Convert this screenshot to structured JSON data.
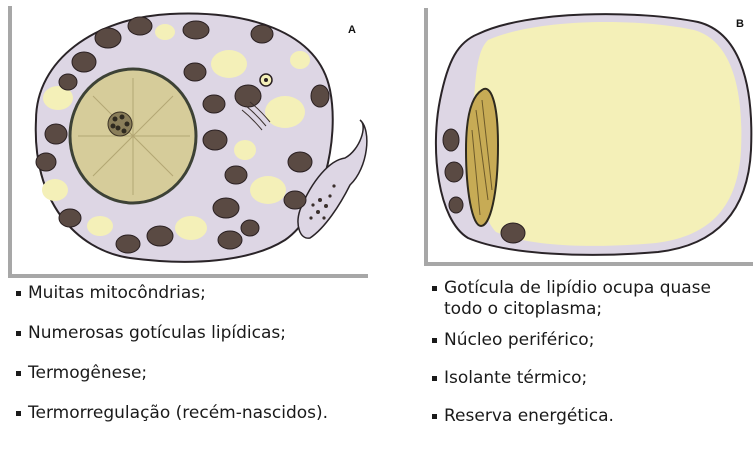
{
  "panel_a": {
    "letter": "A",
    "bullets": [
      "Muitas mitocôndrias;",
      "Numerosas gotículas lipídicas;",
      "Termogênese;",
      "Termorregulação (recém-nascidos)."
    ]
  },
  "panel_b": {
    "letter": "B",
    "bullets": [
      "Gotícula de lipídio ocupa quase todo o citoplasma;",
      "Núcleo periférico;",
      "Isolante térmico;",
      "Reserva energética."
    ]
  },
  "colors": {
    "cytoplasm": "#ddd6e4",
    "lipid": "#f4f0b8",
    "mitochondria": "#5a4a43",
    "nucleus": "#d6cc9a",
    "frame": "#a7a7a7"
  }
}
